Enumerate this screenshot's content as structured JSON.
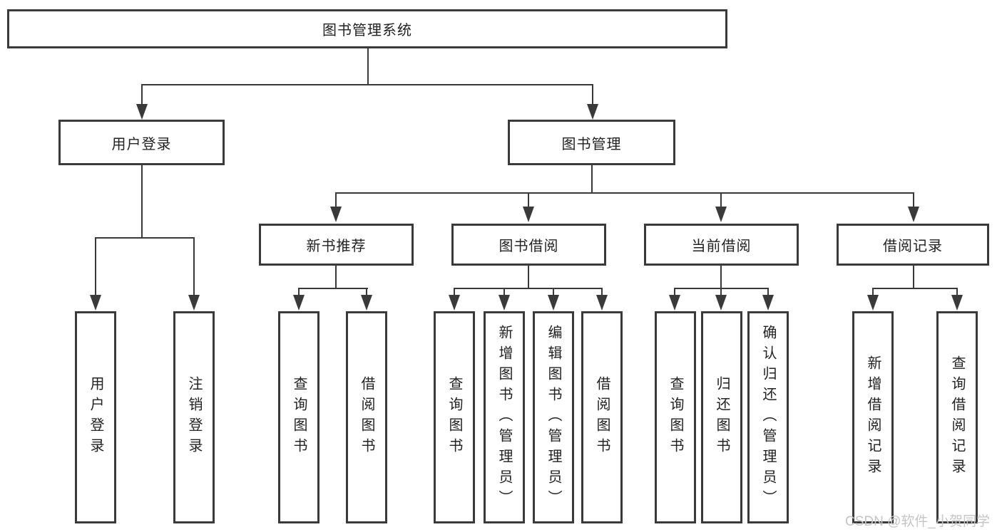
{
  "diagram_title": "图书管理系统",
  "nodes": {
    "root": "图书管理系统",
    "l2": [
      "用户登录",
      "图书管理"
    ],
    "l3": [
      "新书推荐",
      "图书借阅",
      "当前借阅",
      "借阅记录"
    ],
    "leaves": [
      "用户登录",
      "注销登录",
      "查询图书",
      "借阅图书",
      "查询图书",
      "新增图书（管理员）",
      "编辑图书（管理员）",
      "借阅图书",
      "查询图书",
      "归还图书",
      "确认归还（管理员）",
      "新增借阅记录",
      "查询借阅记录"
    ]
  },
  "watermark": "CSDN @软件_小贺同学",
  "colors": {
    "line": "#3a3a3a",
    "text": "#222222",
    "watermark": "#c6c4c6",
    "background": "#ffffff"
  }
}
